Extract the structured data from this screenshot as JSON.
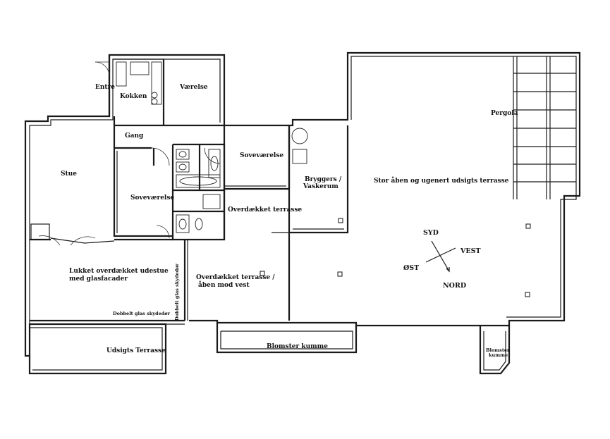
{
  "rooms": {
    "entre": "Entre",
    "kokken": "Kokken",
    "vaerelse": "Værelse",
    "gang": "Gang",
    "stue": "Stue",
    "sovevaerelse_1": "Soveværelse",
    "sovevaerelse_2": "Soveværelse",
    "bryggers_1": "Bryggers /",
    "bryggers_2": "Vaskerum",
    "overdaekket_terrasse": "Overdækket terrasse",
    "lukket_1": "Lukket overdækket udestue",
    "lukket_2": "med glasfacader",
    "dobbelt_glas": "Dobbelt glas skydedør",
    "dobbelt_glas_vertical": "Dobbelt glas skydedør",
    "overdaekket_vest_1": "Overdækket terrasse /",
    "overdaekket_vest_2": "åben mod vest",
    "udsigts_terrasse": "Udsigts Terrasse",
    "blomster_kumme": "Blomster kumme",
    "blomster_kumme_small_1": "Blomster",
    "blomster_kumme_small_2": "kumme",
    "pergola": "Pergola",
    "stor_terrasse": "Stor åben og ugenert udsigts terrasse"
  },
  "compass": {
    "syd": "SYD",
    "vest": "VEST",
    "ost": "ØST",
    "nord": "NORD"
  }
}
